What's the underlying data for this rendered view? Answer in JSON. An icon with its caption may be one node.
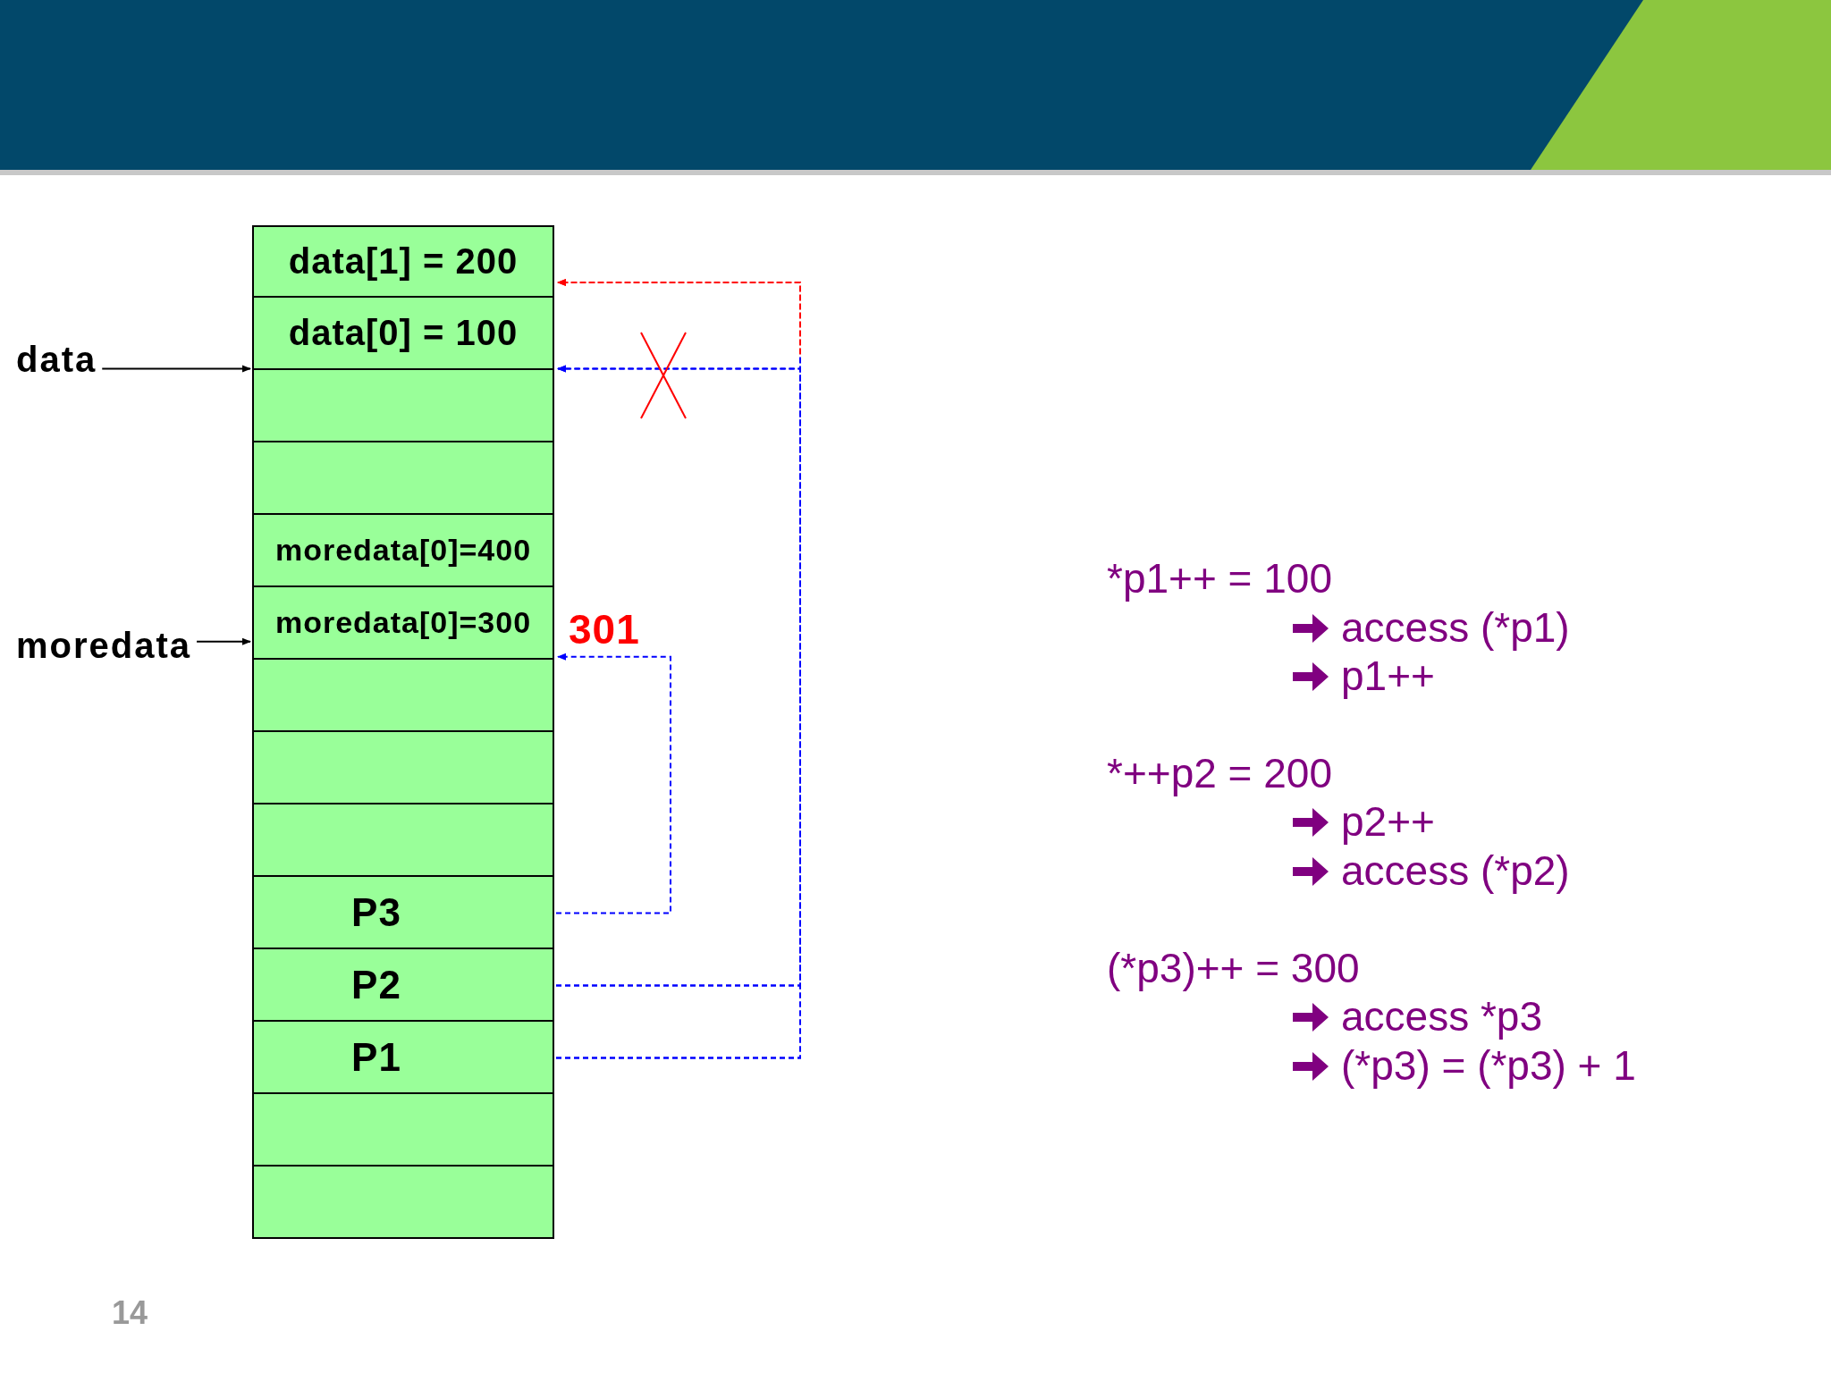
{
  "diagram": {
    "nodes": [
      {
        "text": [
          "data[1] = 200"
        ]
      },
      {
        "text": [
          "data[0] = 100"
        ]
      },
      {
        "text": [],
        "shape": "box"
      },
      {
        "text": [],
        "shape": "box"
      },
      {
        "text": [
          "moredata[0]=400"
        ]
      },
      {
        "text": [
          "moredata[0]=300"
        ],
        "beside": [
          "301"
        ]
      },
      {
        "text": [],
        "shape": "box"
      },
      {
        "text": [],
        "shape": "box"
      },
      {
        "text": [],
        "shape": "box"
      },
      {
        "text": [
          "P3"
        ]
      },
      {
        "text": [
          "P2"
        ]
      },
      {
        "text": [
          "P1"
        ]
      },
      {
        "text": [],
        "shape": "box"
      },
      {
        "text": [],
        "shape": "box"
      },
      {
        "text": [
          "data"
        ]
      },
      {
        "text": [
          "moredata"
        ]
      }
    ],
    "edges": [
      {
        "from": 14,
        "to": 1,
        "arrow": "to",
        "color": "#000000"
      },
      {
        "from": 15,
        "to": 5,
        "arrow": "to",
        "color": "#000000"
      },
      {
        "from": 9,
        "to": 5,
        "arrow": "to",
        "style": "dashed",
        "color": "#0000ff"
      },
      {
        "from": 11,
        "to": 1,
        "arrow": "to",
        "style": "dashed",
        "color": "#0000ff"
      },
      {
        "from": 10,
        "to": 1,
        "arrow": "to",
        "style": "dashed",
        "color": "#0000ff"
      },
      {
        "from": 11,
        "to": 0,
        "arrow": "to",
        "style": "dashed",
        "color": "#ff0000"
      },
      {
        "from": 10,
        "to": 0,
        "arrow": "to",
        "style": "dashed",
        "color": "#ff0000"
      }
    ],
    "labels": [
      "*p1++ = 100",
      "access (*p1)",
      "p1++",
      "*++p2 = 200",
      "p2++",
      "access (*p2)",
      "(*p3)++ = 300",
      "access *p3",
      "(*p3) = (*p3) + 1",
      "14"
    ]
  }
}
